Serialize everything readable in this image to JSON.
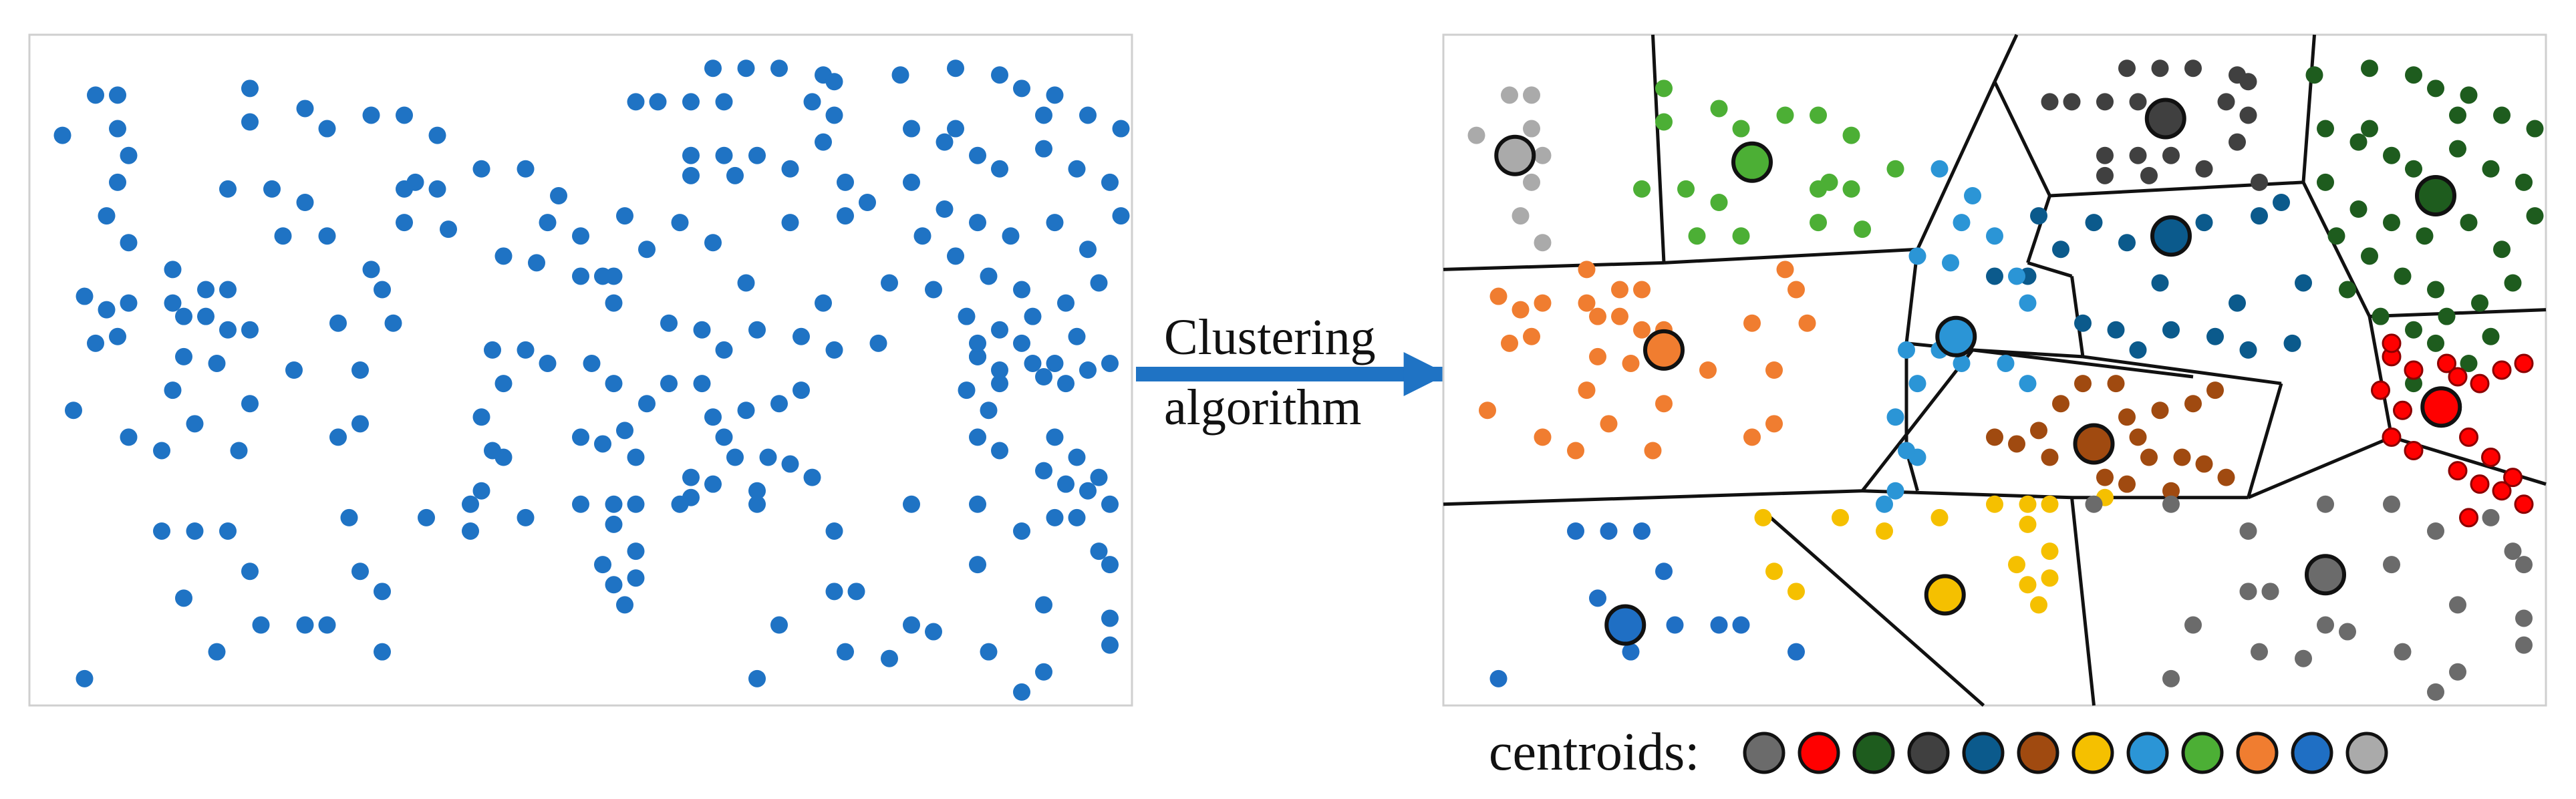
{
  "arrow": {
    "line1": "Clustering",
    "line2": "algorithm",
    "color": "#1f73c4"
  },
  "legend": {
    "label": "centroids:",
    "colors": [
      "#6b6b6b",
      "#ff0000",
      "#1e5c1e",
      "#404040",
      "#0b5a8c",
      "#a04a10",
      "#f5c000",
      "#2b95d6",
      "#4caf35",
      "#f07d30",
      "#1f6fc4",
      "#aaaaaa"
    ]
  },
  "point_color": "#1f73c4",
  "clusters": [
    {
      "id": "lightgray",
      "color": "#aaaaaa",
      "centroid": [
        0.065,
        0.18
      ],
      "points": [
        [
          0.06,
          0.09
        ],
        [
          0.08,
          0.09
        ],
        [
          0.03,
          0.15
        ],
        [
          0.08,
          0.14
        ],
        [
          0.09,
          0.18
        ],
        [
          0.08,
          0.22
        ],
        [
          0.09,
          0.31
        ],
        [
          0.07,
          0.27
        ]
      ]
    },
    {
      "id": "green",
      "color": "#4caf35",
      "centroid": [
        0.28,
        0.19
      ],
      "points": [
        [
          0.2,
          0.08
        ],
        [
          0.2,
          0.13
        ],
        [
          0.25,
          0.11
        ],
        [
          0.27,
          0.14
        ],
        [
          0.18,
          0.23
        ],
        [
          0.22,
          0.23
        ],
        [
          0.25,
          0.25
        ],
        [
          0.34,
          0.23
        ],
        [
          0.35,
          0.22
        ],
        [
          0.37,
          0.23
        ],
        [
          0.41,
          0.2
        ],
        [
          0.23,
          0.3
        ],
        [
          0.27,
          0.3
        ],
        [
          0.34,
          0.28
        ],
        [
          0.38,
          0.29
        ],
        [
          0.34,
          0.12
        ],
        [
          0.37,
          0.15
        ],
        [
          0.31,
          0.12
        ]
      ]
    },
    {
      "id": "darkgray",
      "color": "#404040",
      "centroid": [
        0.655,
        0.125
      ],
      "points": [
        [
          0.62,
          0.05
        ],
        [
          0.65,
          0.05
        ],
        [
          0.68,
          0.05
        ],
        [
          0.72,
          0.06
        ],
        [
          0.73,
          0.07
        ],
        [
          0.55,
          0.1
        ],
        [
          0.57,
          0.1
        ],
        [
          0.6,
          0.1
        ],
        [
          0.63,
          0.1
        ],
        [
          0.71,
          0.1
        ],
        [
          0.6,
          0.18
        ],
        [
          0.63,
          0.18
        ],
        [
          0.66,
          0.18
        ],
        [
          0.69,
          0.2
        ],
        [
          0.6,
          0.21
        ],
        [
          0.64,
          0.21
        ],
        [
          0.72,
          0.16
        ],
        [
          0.73,
          0.12
        ],
        [
          0.74,
          0.22
        ]
      ]
    },
    {
      "id": "darkgreen",
      "color": "#1e5c1e",
      "centroid": [
        0.9,
        0.24
      ],
      "points": [
        [
          0.79,
          0.06
        ],
        [
          0.84,
          0.05
        ],
        [
          0.88,
          0.06
        ],
        [
          0.9,
          0.08
        ],
        [
          0.93,
          0.09
        ],
        [
          0.96,
          0.12
        ],
        [
          0.99,
          0.14
        ],
        [
          0.8,
          0.14
        ],
        [
          0.83,
          0.16
        ],
        [
          0.86,
          0.18
        ],
        [
          0.88,
          0.2
        ],
        [
          0.92,
          0.17
        ],
        [
          0.95,
          0.2
        ],
        [
          0.98,
          0.22
        ],
        [
          0.8,
          0.22
        ],
        [
          0.83,
          0.26
        ],
        [
          0.86,
          0.28
        ],
        [
          0.89,
          0.3
        ],
        [
          0.93,
          0.28
        ],
        [
          0.96,
          0.32
        ],
        [
          0.99,
          0.27
        ],
        [
          0.81,
          0.3
        ],
        [
          0.84,
          0.33
        ],
        [
          0.87,
          0.36
        ],
        [
          0.9,
          0.38
        ],
        [
          0.94,
          0.4
        ],
        [
          0.97,
          0.37
        ],
        [
          0.82,
          0.38
        ],
        [
          0.85,
          0.42
        ],
        [
          0.88,
          0.44
        ],
        [
          0.91,
          0.42
        ],
        [
          0.95,
          0.45
        ],
        [
          0.86,
          0.48
        ],
        [
          0.9,
          0.46
        ],
        [
          0.93,
          0.49
        ],
        [
          0.88,
          0.52
        ],
        [
          0.84,
          0.14
        ],
        [
          0.92,
          0.12
        ]
      ]
    },
    {
      "id": "navy",
      "color": "#0b5a8c",
      "centroid": [
        0.66,
        0.3
      ],
      "points": [
        [
          0.54,
          0.27
        ],
        [
          0.56,
          0.32
        ],
        [
          0.5,
          0.36
        ],
        [
          0.53,
          0.36
        ],
        [
          0.59,
          0.28
        ],
        [
          0.62,
          0.31
        ],
        [
          0.69,
          0.28
        ],
        [
          0.74,
          0.27
        ],
        [
          0.76,
          0.25
        ],
        [
          0.58,
          0.43
        ],
        [
          0.61,
          0.44
        ],
        [
          0.66,
          0.44
        ],
        [
          0.7,
          0.45
        ],
        [
          0.73,
          0.47
        ],
        [
          0.77,
          0.46
        ],
        [
          0.72,
          0.4
        ],
        [
          0.78,
          0.37
        ],
        [
          0.65,
          0.37
        ],
        [
          0.63,
          0.47
        ]
      ]
    },
    {
      "id": "red",
      "color": "#ff0000",
      "centroid": [
        0.905,
        0.555
      ],
      "points": [
        [
          0.86,
          0.48
        ],
        [
          0.88,
          0.5
        ],
        [
          0.91,
          0.49
        ],
        [
          0.92,
          0.51
        ],
        [
          0.94,
          0.52
        ],
        [
          0.96,
          0.5
        ],
        [
          0.98,
          0.49
        ],
        [
          0.85,
          0.53
        ],
        [
          0.87,
          0.56
        ],
        [
          0.86,
          0.6
        ],
        [
          0.88,
          0.62
        ],
        [
          0.93,
          0.6
        ],
        [
          0.95,
          0.63
        ],
        [
          0.97,
          0.66
        ],
        [
          0.92,
          0.65
        ],
        [
          0.94,
          0.67
        ],
        [
          0.96,
          0.68
        ],
        [
          0.98,
          0.7
        ],
        [
          0.93,
          0.72
        ],
        [
          0.86,
          0.46
        ]
      ]
    },
    {
      "id": "brown",
      "color": "#a04a10",
      "centroid": [
        0.59,
        0.61
      ],
      "points": [
        [
          0.5,
          0.6
        ],
        [
          0.52,
          0.61
        ],
        [
          0.54,
          0.59
        ],
        [
          0.56,
          0.55
        ],
        [
          0.58,
          0.52
        ],
        [
          0.61,
          0.52
        ],
        [
          0.62,
          0.57
        ],
        [
          0.63,
          0.6
        ],
        [
          0.65,
          0.56
        ],
        [
          0.68,
          0.55
        ],
        [
          0.7,
          0.53
        ],
        [
          0.64,
          0.63
        ],
        [
          0.67,
          0.63
        ],
        [
          0.69,
          0.64
        ],
        [
          0.71,
          0.66
        ],
        [
          0.66,
          0.68
        ],
        [
          0.6,
          0.66
        ],
        [
          0.62,
          0.67
        ],
        [
          0.55,
          0.63
        ]
      ]
    },
    {
      "id": "orange",
      "color": "#f07d30",
      "centroid": [
        0.2,
        0.47
      ],
      "points": [
        [
          0.05,
          0.39
        ],
        [
          0.07,
          0.41
        ],
        [
          0.09,
          0.4
        ],
        [
          0.08,
          0.45
        ],
        [
          0.06,
          0.46
        ],
        [
          0.13,
          0.4
        ],
        [
          0.14,
          0.42
        ],
        [
          0.16,
          0.38
        ],
        [
          0.18,
          0.38
        ],
        [
          0.13,
          0.35
        ],
        [
          0.16,
          0.42
        ],
        [
          0.18,
          0.44
        ],
        [
          0.2,
          0.44
        ],
        [
          0.14,
          0.48
        ],
        [
          0.17,
          0.49
        ],
        [
          0.13,
          0.53
        ],
        [
          0.2,
          0.55
        ],
        [
          0.15,
          0.58
        ],
        [
          0.04,
          0.56
        ],
        [
          0.09,
          0.6
        ],
        [
          0.12,
          0.62
        ],
        [
          0.19,
          0.62
        ],
        [
          0.24,
          0.5
        ],
        [
          0.31,
          0.35
        ],
        [
          0.32,
          0.38
        ],
        [
          0.33,
          0.43
        ],
        [
          0.28,
          0.43
        ],
        [
          0.3,
          0.5
        ],
        [
          0.3,
          0.58
        ],
        [
          0.28,
          0.6
        ]
      ]
    },
    {
      "id": "lightblue",
      "color": "#2b95d6",
      "centroid": [
        0.465,
        0.45
      ],
      "points": [
        [
          0.45,
          0.2
        ],
        [
          0.48,
          0.24
        ],
        [
          0.47,
          0.28
        ],
        [
          0.5,
          0.3
        ],
        [
          0.43,
          0.33
        ],
        [
          0.46,
          0.34
        ],
        [
          0.52,
          0.36
        ],
        [
          0.53,
          0.4
        ],
        [
          0.42,
          0.47
        ],
        [
          0.45,
          0.47
        ],
        [
          0.47,
          0.49
        ],
        [
          0.51,
          0.49
        ],
        [
          0.53,
          0.52
        ],
        [
          0.43,
          0.52
        ],
        [
          0.41,
          0.57
        ],
        [
          0.43,
          0.63
        ],
        [
          0.41,
          0.68
        ],
        [
          0.42,
          0.62
        ],
        [
          0.4,
          0.7
        ]
      ]
    },
    {
      "id": "yellow",
      "color": "#f5c000",
      "centroid": [
        0.455,
        0.835
      ],
      "points": [
        [
          0.29,
          0.72
        ],
        [
          0.36,
          0.72
        ],
        [
          0.4,
          0.74
        ],
        [
          0.45,
          0.72
        ],
        [
          0.5,
          0.7
        ],
        [
          0.53,
          0.7
        ],
        [
          0.55,
          0.7
        ],
        [
          0.53,
          0.73
        ],
        [
          0.55,
          0.77
        ],
        [
          0.52,
          0.79
        ],
        [
          0.55,
          0.81
        ],
        [
          0.54,
          0.85
        ],
        [
          0.53,
          0.82
        ],
        [
          0.3,
          0.8
        ],
        [
          0.32,
          0.83
        ],
        [
          0.6,
          0.69
        ]
      ]
    },
    {
      "id": "blue",
      "color": "#1f6fc4",
      "centroid": [
        0.165,
        0.88
      ],
      "points": [
        [
          0.12,
          0.74
        ],
        [
          0.15,
          0.74
        ],
        [
          0.18,
          0.74
        ],
        [
          0.2,
          0.8
        ],
        [
          0.14,
          0.84
        ],
        [
          0.17,
          0.92
        ],
        [
          0.21,
          0.88
        ],
        [
          0.25,
          0.88
        ],
        [
          0.27,
          0.88
        ],
        [
          0.32,
          0.92
        ],
        [
          0.05,
          0.96
        ]
      ]
    },
    {
      "id": "gray",
      "color": "#6b6b6b",
      "centroid": [
        0.8,
        0.805
      ],
      "points": [
        [
          0.59,
          0.7
        ],
        [
          0.66,
          0.7
        ],
        [
          0.73,
          0.74
        ],
        [
          0.8,
          0.7
        ],
        [
          0.86,
          0.7
        ],
        [
          0.9,
          0.74
        ],
        [
          0.95,
          0.72
        ],
        [
          0.97,
          0.77
        ],
        [
          0.98,
          0.79
        ],
        [
          0.86,
          0.79
        ],
        [
          0.73,
          0.83
        ],
        [
          0.75,
          0.83
        ],
        [
          0.8,
          0.88
        ],
        [
          0.92,
          0.85
        ],
        [
          0.98,
          0.87
        ],
        [
          0.68,
          0.88
        ],
        [
          0.74,
          0.92
        ],
        [
          0.82,
          0.89
        ],
        [
          0.87,
          0.92
        ],
        [
          0.92,
          0.95
        ],
        [
          0.98,
          0.91
        ],
        [
          0.66,
          0.96
        ],
        [
          0.78,
          0.93
        ],
        [
          0.9,
          0.98
        ]
      ]
    }
  ],
  "voronoi_edges": [
    [
      [
        0.19,
        0.0
      ],
      [
        0.2,
        0.34
      ]
    ],
    [
      [
        0.0,
        0.35
      ],
      [
        0.2,
        0.34
      ]
    ],
    [
      [
        0.2,
        0.34
      ],
      [
        0.43,
        0.32
      ]
    ],
    [
      [
        0.43,
        0.32
      ],
      [
        0.5,
        0.07
      ]
    ],
    [
      [
        0.5,
        0.07
      ],
      [
        0.52,
        0.0
      ]
    ],
    [
      [
        0.5,
        0.07
      ],
      [
        0.55,
        0.24
      ]
    ],
    [
      [
        0.55,
        0.24
      ],
      [
        0.78,
        0.22
      ]
    ],
    [
      [
        0.78,
        0.22
      ],
      [
        0.79,
        0.0
      ]
    ],
    [
      [
        0.78,
        0.22
      ],
      [
        0.84,
        0.42
      ]
    ],
    [
      [
        0.84,
        0.42
      ],
      [
        1.0,
        0.41
      ]
    ],
    [
      [
        0.84,
        0.42
      ],
      [
        0.86,
        0.6
      ]
    ],
    [
      [
        0.55,
        0.24
      ],
      [
        0.53,
        0.34
      ]
    ],
    [
      [
        0.53,
        0.34
      ],
      [
        0.57,
        0.36
      ]
    ],
    [
      [
        0.57,
        0.36
      ],
      [
        0.58,
        0.48
      ]
    ],
    [
      [
        0.58,
        0.48
      ],
      [
        0.76,
        0.52
      ]
    ],
    [
      [
        0.76,
        0.52
      ],
      [
        0.73,
        0.69
      ]
    ],
    [
      [
        0.73,
        0.69
      ],
      [
        0.86,
        0.6
      ]
    ],
    [
      [
        0.86,
        0.6
      ],
      [
        1.0,
        0.67
      ]
    ],
    [
      [
        0.73,
        0.69
      ],
      [
        0.57,
        0.69
      ]
    ],
    [
      [
        0.58,
        0.48
      ],
      [
        0.48,
        0.47
      ]
    ],
    [
      [
        0.43,
        0.32
      ],
      [
        0.42,
        0.46
      ]
    ],
    [
      [
        0.42,
        0.46
      ],
      [
        0.48,
        0.47
      ]
    ],
    [
      [
        0.48,
        0.47
      ],
      [
        0.68,
        0.51
      ]
    ],
    [
      [
        0.42,
        0.46
      ],
      [
        0.42,
        0.62
      ]
    ],
    [
      [
        0.42,
        0.62
      ],
      [
        0.43,
        0.68
      ]
    ],
    [
      [
        0.48,
        0.47
      ],
      [
        0.38,
        0.68
      ]
    ],
    [
      [
        0.38,
        0.68
      ],
      [
        0.57,
        0.69
      ]
    ],
    [
      [
        0.57,
        0.69
      ],
      [
        0.59,
        1.0
      ]
    ],
    [
      [
        0.0,
        0.7
      ],
      [
        0.38,
        0.68
      ]
    ],
    [
      [
        0.29,
        0.71
      ],
      [
        0.49,
        1.0
      ]
    ]
  ]
}
